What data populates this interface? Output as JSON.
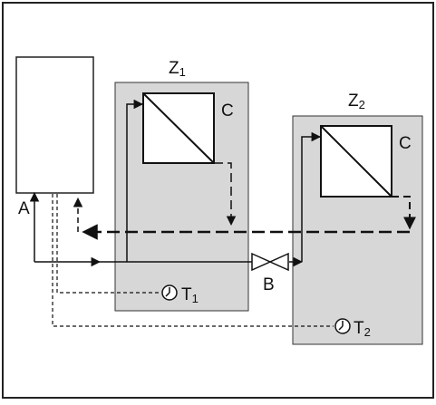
{
  "labels": {
    "zone1": {
      "main": "Z",
      "sub": "1"
    },
    "zone2": {
      "main": "Z",
      "sub": "2"
    },
    "exchanger1": "C",
    "exchanger2": "C",
    "boiler_output": "A",
    "valve": "B",
    "thermostat1": {
      "main": "T",
      "sub": "1"
    },
    "thermostat2": {
      "main": "T",
      "sub": "2"
    }
  },
  "colors": {
    "background": "#ffffff",
    "zone_fill": "#d7d7d7",
    "line": "#111111"
  },
  "icons": {
    "thermostat": "clock-icon",
    "valve": "bowtie-valve-icon"
  }
}
